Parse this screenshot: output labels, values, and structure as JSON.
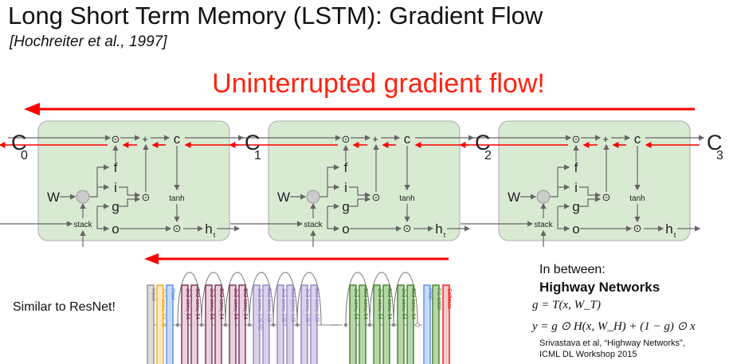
{
  "slide": {
    "title": "Long Short Term Memory (LSTM): Gradient Flow",
    "citation": "[Hochreiter et al., 1997]",
    "headline": "Uninterrupted gradient flow!",
    "headline_color": "#ff2211"
  },
  "lstm": {
    "states": [
      {
        "letter": "c",
        "sub": "0"
      },
      {
        "letter": "c",
        "sub": "1"
      },
      {
        "letter": "c",
        "sub": "2"
      },
      {
        "letter": "c",
        "sub": "3"
      }
    ],
    "cell_labels": {
      "mul": "⊙",
      "plus": "+",
      "c": "c",
      "f": "f",
      "i": "i",
      "g": "g",
      "o": "o",
      "W": "W",
      "stack": "stack",
      "tanh": "tanh",
      "h": "h",
      "h_sub": "t"
    },
    "cell_count": 3,
    "cell_fill": "#d9ead3"
  },
  "resnet": {
    "label": "Similar to ResNet!",
    "layers": [
      {
        "text": "Input",
        "color": "#888888",
        "fill": "#dddddd"
      },
      {
        "text": "7x7 conv, 64, /2",
        "color": "#ffa500",
        "fill": "#fde9c8"
      },
      {
        "text": "Pool",
        "color": "#4a86e8",
        "fill": "#c9daf8"
      },
      {
        "text": "3x3 conv, 64",
        "color": "#741b47",
        "fill": "#ead1dc"
      },
      {
        "text": "3x3 conv, 64",
        "color": "#741b47",
        "fill": "#ead1dc"
      },
      {
        "text": "3x3 conv, 64",
        "color": "#741b47",
        "fill": "#ead1dc"
      },
      {
        "text": "3x3 conv, 64",
        "color": "#741b47",
        "fill": "#ead1dc"
      },
      {
        "text": "3x3 conv, 64",
        "color": "#741b47",
        "fill": "#ead1dc"
      },
      {
        "text": "3x3 conv, 64",
        "color": "#741b47",
        "fill": "#ead1dc"
      },
      {
        "text": "3x3 conv, 128, /2",
        "color": "#8e7cc3",
        "fill": "#d9d2e9"
      },
      {
        "text": "3x3 conv, 128",
        "color": "#8e7cc3",
        "fill": "#d9d2e9"
      },
      {
        "text": "3x3 conv, 128",
        "color": "#8e7cc3",
        "fill": "#d9d2e9"
      },
      {
        "text": "3x3 conv, 128",
        "color": "#8e7cc3",
        "fill": "#d9d2e9"
      },
      {
        "text": "3x3 conv, 128",
        "color": "#8e7cc3",
        "fill": "#d9d2e9"
      },
      {
        "text": "3x3 conv, 128",
        "color": "#8e7cc3",
        "fill": "#d9d2e9"
      },
      {
        "text": "3x3 conv, 64",
        "color": "#38761d",
        "fill": "#b6d7a8"
      },
      {
        "text": "3x3 conv, 64",
        "color": "#38761d",
        "fill": "#b6d7a8"
      },
      {
        "text": "3x3 conv, 64",
        "color": "#38761d",
        "fill": "#b6d7a8"
      },
      {
        "text": "3x3 conv, 64",
        "color": "#38761d",
        "fill": "#b6d7a8"
      },
      {
        "text": "3x3 conv, 64",
        "color": "#38761d",
        "fill": "#b6d7a8"
      },
      {
        "text": "3x3 conv, 64",
        "color": "#38761d",
        "fill": "#b6d7a8"
      },
      {
        "text": "Pool",
        "color": "#4a86e8",
        "fill": "#c9daf8"
      },
      {
        "text": "FC 1000",
        "color": "#38761d",
        "fill": "#b6d7a8"
      },
      {
        "text": "Softmax",
        "color": "#ff0000",
        "fill": "#f4cccc"
      }
    ]
  },
  "highway": {
    "intro": "In between:",
    "name": "Highway Networks",
    "eq1": "g = T(x, W_T)",
    "eq2": "y = g ⊙ H(x, W_H) + (1 − g) ⊙ x",
    "ref_line1": "Srivastava et al, “Highway Networks”,",
    "ref_line2": "ICML DL Workshop 2015"
  }
}
